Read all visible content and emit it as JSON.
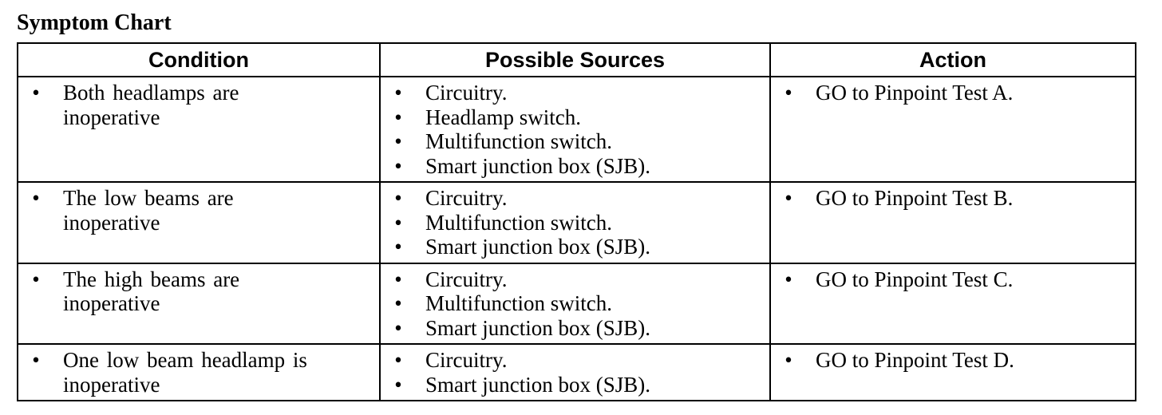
{
  "title": "Symptom Chart",
  "table": {
    "headers": [
      "Condition",
      "Possible Sources",
      "Action"
    ],
    "rows": [
      {
        "condition": [
          "Both headlamps are",
          "inoperative"
        ],
        "sources": [
          "Circuitry.",
          "Headlamp switch.",
          "Multifunction switch.",
          "Smart junction box (SJB)."
        ],
        "action": "GO to Pinpoint Test A."
      },
      {
        "condition": [
          "The low beams are",
          "inoperative"
        ],
        "sources": [
          "Circuitry.",
          "Multifunction switch.",
          "Smart junction box (SJB)."
        ],
        "action": "GO to Pinpoint Test B."
      },
      {
        "condition": [
          "The high beams are",
          "inoperative"
        ],
        "sources": [
          "Circuitry.",
          "Multifunction switch.",
          "Smart junction box (SJB)."
        ],
        "action": "GO to Pinpoint Test C."
      },
      {
        "condition": [
          "One low beam headlamp is",
          "inoperative"
        ],
        "sources": [
          "Circuitry.",
          "Smart junction box (SJB)."
        ],
        "action": "GO to Pinpoint Test D."
      }
    ]
  },
  "bullet_glyph": "•"
}
